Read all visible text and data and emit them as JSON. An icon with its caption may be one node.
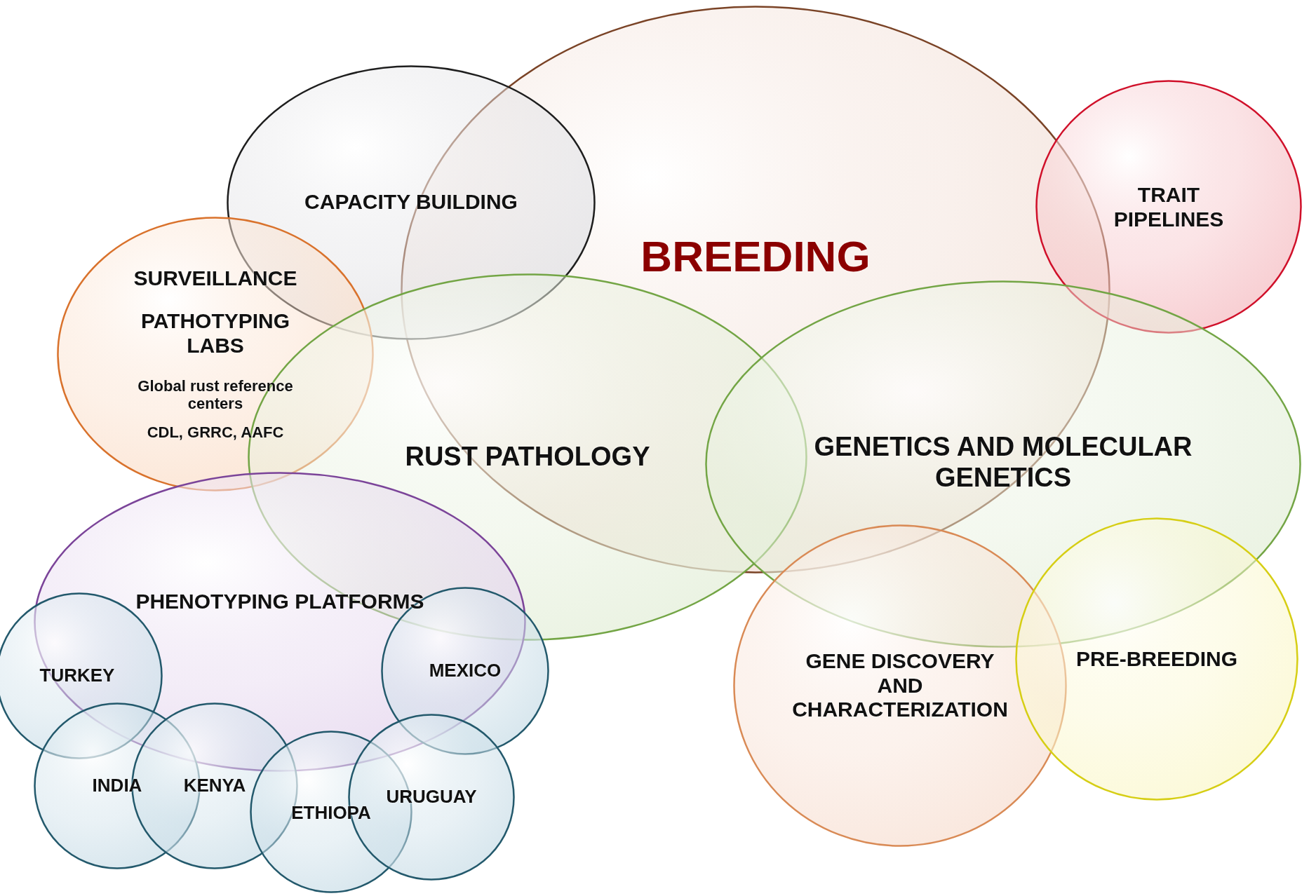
{
  "diagram": {
    "nodes": [
      {
        "text": [
          "BREEDING"
        ]
      },
      {
        "text": [
          "CAPACITY BUILDING"
        ]
      },
      {
        "text": [
          "TRAIT PIPELINES"
        ]
      },
      {
        "text": [
          "SURVEILLANCE",
          "PATHOTYPING LABS",
          "Global rust reference centers",
          "CDL, GRRC, AAFC"
        ]
      },
      {
        "text": [
          "RUST PATHOLOGY"
        ]
      },
      {
        "text": [
          "GENETICS AND MOLECULAR GENETICS"
        ]
      },
      {
        "text": [
          "PHENOTYPING PLATFORMS"
        ]
      },
      {
        "text": [
          "TURKEY"
        ]
      },
      {
        "text": [
          "MEXICO"
        ]
      },
      {
        "text": [
          "INDIA"
        ]
      },
      {
        "text": [
          "KENYA"
        ]
      },
      {
        "text": [
          "ETHIOPA"
        ]
      },
      {
        "text": [
          "URUGUAY"
        ]
      },
      {
        "text": [
          "GENE DISCOVERY AND CHARACTERIZATION"
        ]
      },
      {
        "text": [
          "PRE-BREEDING"
        ]
      }
    ]
  }
}
